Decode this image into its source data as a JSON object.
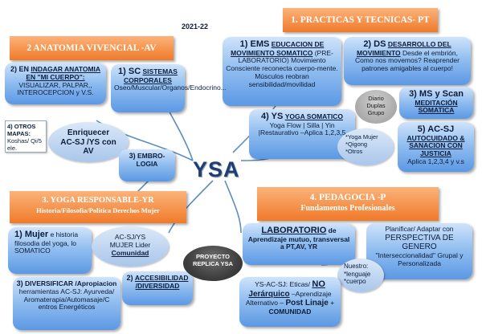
{
  "year": "2021-22",
  "center": "YSA",
  "sections": {
    "practicas": {
      "title": "1. PRACTICAS Y TECNICAS- PT"
    },
    "anatomia": {
      "title": "2 ANATOMIA VIVENCIAL -AV"
    },
    "yoga": {
      "title_line1": "3. YOGA RESPONSABLE-YR",
      "title_line2": "Historia/Filosofia/Politica Derechos Mujer"
    },
    "pedagogia": {
      "title_line1": "4. PEDAGOCIA -P",
      "title_line2": "Fundamentos  Profesionales"
    }
  },
  "practicas": {
    "ems": {
      "num": "1) EMS",
      "title": "EDUCACION DE MOVIMIENTO SOMATICO",
      "text": "(PRE-LABORATORIO) Movimiento Consciente reconecta cuerpo-mente. Músculos reobran sensibilidad/movilidad"
    },
    "ds": {
      "num": "2) DS",
      "title": "DESARROLLO DEL MOVIMIENTO",
      "text": "Desde el embrión, Como nos movemos? Reaprender patrones amigables al cuerpo!"
    },
    "diario": "Diario Duplas Grupo",
    "ms": {
      "num": "3) MS y Scan",
      "title": "MEDITACIÓN SOMATICA"
    },
    "ys": {
      "num": "4) YS",
      "title": "YOGA SOMATICO",
      "text": "Yoga Flow | Silla | Yin |Restaurativo –Aplica 1,2,3,5"
    },
    "acsj": {
      "num": "5) AC-SJ",
      "title": "AUTOCUIDADO & SANACION CON JUSTICIA",
      "text": "Aplica 1,2,3,4 y v.s"
    },
    "tipos": {
      "line1": "*Yoga Mujer",
      "line2": "*Qigong",
      "line3": "*Otros"
    }
  },
  "anatomia": {
    "en": {
      "num": "2) EN",
      "title": "INDAGAR ANATOMIA EN \"MI CUERPO\":",
      "text": "VISUALIZAR, PALPAR,, INTEROCEPCION y V.S."
    },
    "sc": {
      "num": "1) SC",
      "title": "SISTEMAS CORPORALES",
      "text": "Oseo/Muscular/Organos/Endocrino..."
    },
    "otros": {
      "line1": "4) OTROS",
      "line2": "MAPAS:",
      "text": "Koshas/ Qi/5 ele."
    },
    "enriquecer": "Enriquecer AC-SJ /YS con AV",
    "embro": {
      "num": "3)",
      "title": "EMBRO-LOGIA"
    }
  },
  "yoga": {
    "mujer": {
      "num": "1) Mujer",
      "text": "e historia filosodia del yoga, lo SOMATICO"
    },
    "acsj": {
      "line1": "AC-SJ/YS",
      "line2": "MUJER Lider",
      "line3": "Comunidad"
    },
    "diversificar": {
      "num": "3)",
      "title": "DIVERSIFICAR",
      "text1": "/Apropiacion",
      "text2": "herramientas AC-SJ: Ayurveda/ Aromaterapia/Automasaje/C entros Energéticos"
    },
    "accesibilidad": {
      "num": "2)",
      "title": "ACCESIBILIDAD /DIVERSIDAD"
    }
  },
  "proyecto": "PROYECTO REPLICA YSA",
  "pedagogia": {
    "lab": {
      "title": "LABORATORIO",
      "text": "de Aprendizaje mutuo, transversal a PT,AV, YR"
    },
    "planificar": {
      "text1": "Planificar/ Adaptar con",
      "text2": "PERSPECTIVA DE GENERO",
      "text3": "\"Interseccionalidad\" Grupal y Personalizada"
    },
    "nuestro": {
      "line1": "Nuestro:",
      "line2": "*lenguaje",
      "line3": "*cuerpo"
    },
    "etica": {
      "text1": "YS-AC-SJ: Eticas/",
      "no": "NO",
      "jer": "Jerárquico",
      "text2": "–Aprendizaje Alternativo –",
      "post": "Post Linaje",
      "plus": "+",
      "com": "COMUNIDAD"
    }
  }
}
